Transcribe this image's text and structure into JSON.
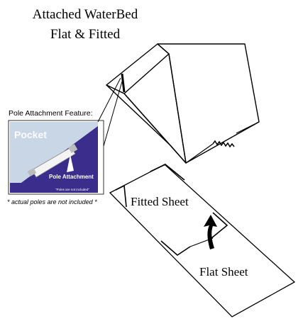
{
  "title": {
    "line1": "Attached WaterBed",
    "line2": "Flat & Fitted"
  },
  "inset": {
    "heading": "Pole Attachment Feature:",
    "pocket_label": "Pocket",
    "pole_label": "Pole Attachment",
    "pole_note": "\"Poles are not included\"",
    "caption": "* actual poles are not included *",
    "background_color": "#3a2d8c",
    "pocket_color": "#c9d6e6"
  },
  "sheets": {
    "fitted_label": "Fitted Sheet",
    "flat_label": "Flat Sheet"
  }
}
